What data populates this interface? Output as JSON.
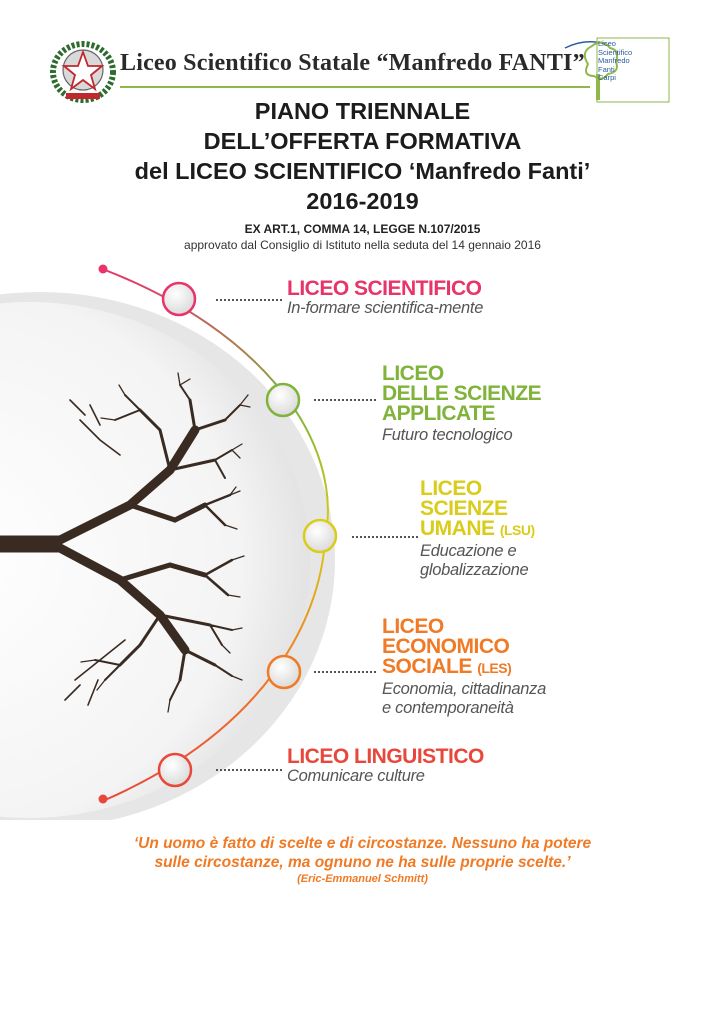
{
  "header": {
    "school_name": "Liceo Scientifico Statale “Manfredo FANTI”",
    "emblem_icon": "italian-republic-emblem-icon",
    "logo_icon": "tree-logo-icon",
    "logo_lines": [
      "Liceo",
      "Scientifico",
      "Manfredo",
      "Fanti",
      "Carpi"
    ]
  },
  "title": {
    "line1": "PIANO TRIENNALE",
    "line2": "DELL’OFFERTA FORMATIVA",
    "line3": "del LICEO SCIENTIFICO ‘Manfredo Fanti’",
    "line4": "2016-2019"
  },
  "subtitle": "EX ART.1, COMMA 14, LEGGE N.107/2015",
  "approval": "approvato dal Consiglio di Istituto nella seduta del 14 gennaio 2016",
  "items": [
    {
      "lines": [
        "LICEO SCIENTIFICO"
      ],
      "tag": "",
      "sub": [
        "In-formare scientifica-mente"
      ],
      "color": "#e8336b"
    },
    {
      "lines": [
        "LICEO",
        "DELLE SCIENZE",
        "APPLICATE"
      ],
      "tag": "",
      "sub": [
        "Futuro tecnologico"
      ],
      "color": "#7fb33a"
    },
    {
      "lines": [
        "LICEO",
        "SCIENZE",
        "UMANE"
      ],
      "tag": "(LSU)",
      "sub": [
        "Educazione e",
        "globalizzazione"
      ],
      "color": "#d9cc1a"
    },
    {
      "lines": [
        "LICEO",
        "ECONOMICO",
        "SOCIALE"
      ],
      "tag": "(LES)",
      "sub": [
        "Economia, cittadinanza",
        "e contemporaneità"
      ],
      "color": "#f07a25"
    },
    {
      "lines": [
        "LICEO LINGUISTICO"
      ],
      "tag": "",
      "sub": [
        "Comunicare culture"
      ],
      "color": "#e8483b"
    }
  ],
  "quote": {
    "line1": "‘Un uomo è fatto di scelte e di circostanze. Nessuno ha potere",
    "line2": "sulle circostanze, ma ognuno ne ha sulle proprie scelte.’",
    "author": "(Eric-Emmanuel Schmitt)"
  },
  "colors": {
    "accent_pink": "#e8336b",
    "accent_green": "#7fb33a",
    "accent_yellow": "#d9cc1a",
    "accent_orange": "#f07a25",
    "accent_red": "#e8483b"
  }
}
